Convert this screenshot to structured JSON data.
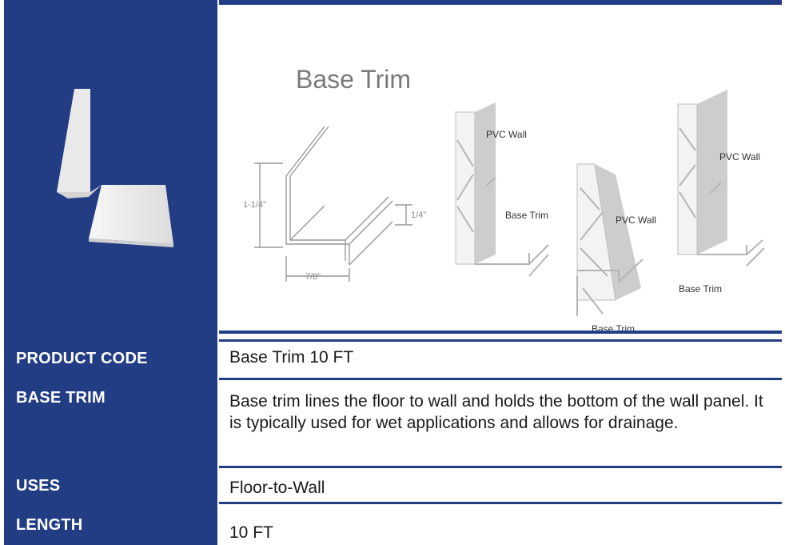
{
  "colors": {
    "panel_blue": "#233d85",
    "text": "#1a1a1a",
    "diagram_line": "#9a9a9a",
    "wall_grey": "#c9c9c9"
  },
  "diagram": {
    "title": "Base Trim",
    "dim_height": "1-1/4\"",
    "dim_lip": "1/4\"",
    "dim_width": "7/8\"",
    "labels": {
      "pvc_wall_1": "PVC Wall",
      "base_trim_1": "Base Trim",
      "pvc_wall_2": "PVC Wall",
      "base_trim_2": "Base Trim",
      "pvc_wall_3": "PVC Wall",
      "base_trim_3": "Base Trim"
    }
  },
  "specs": [
    {
      "label": "PRODUCT CODE",
      "value": "Base Trim 10 FT"
    },
    {
      "label": "BASE TRIM",
      "value": "Base trim lines the floor to wall and holds the bottom of the wall panel. It is typically used for wet applications and allows for drainage."
    },
    {
      "label": "USES",
      "value": "Floor-to-Wall"
    },
    {
      "label": "LENGTH",
      "value": "10 FT"
    }
  ]
}
